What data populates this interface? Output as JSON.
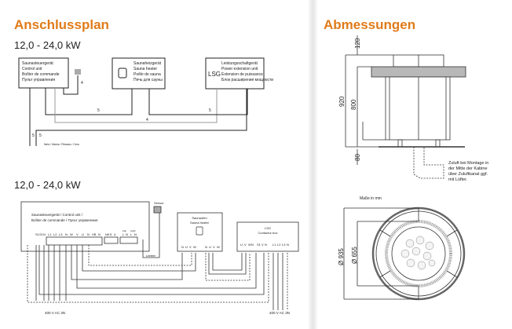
{
  "left": {
    "title": "Anschlussplan",
    "section1": {
      "power": "12,0 - 24,0 kW",
      "control_unit": [
        "Saunasteuergerät",
        "Control unit",
        "Boîtier de commande",
        "Пульт управления"
      ],
      "sauna_heater": [
        "Saunaheizgerät",
        "Sauna heater",
        "Poêle de sauna",
        "Печь для сауны"
      ],
      "lsg_abbr": "LSG",
      "lsg": [
        "Leistungsschaltgerät",
        "Power extension unit",
        "Extension de puissance",
        "Блок расширения мощности"
      ],
      "wire_counts": {
        "lamp": "4",
        "ctrl_heater": "5",
        "ctrl_lsg": "4",
        "heater_lsg": "5",
        "mains_a": "5",
        "mains_b": "5"
      },
      "mains_label": "Netz / Mains / Réseau / Сеть"
    },
    "section2": {
      "power": "12,0 - 24,0 kW",
      "control_unit": [
        "Saunasteuergerät / Control unit /",
        "Boîtier de commande / Пульт управления"
      ],
      "sensor": "Sensor",
      "limiter": "Limiter",
      "terminals": [
        "S1",
        "S1",
        "N",
        "L1",
        "L2",
        "L3",
        "N",
        "W",
        "V",
        "U",
        "N",
        "VB",
        "N",
        "NK",
        "5",
        "4",
        "L",
        "N",
        "L",
        "N"
      ],
      "fan_label": "Fan",
      "light_label": "Light",
      "heater": [
        "Saunaofen",
        "Sauna heater"
      ],
      "heater_terminals": [
        "N",
        "U",
        "V",
        "W",
        "N",
        "U",
        "V",
        "W"
      ],
      "lsg": [
        "LSG",
        "Contactor box"
      ],
      "lsg_terminals": [
        "U",
        "V",
        "W",
        "N",
        "S1",
        "V",
        "N",
        "L1",
        "L2",
        "L3",
        "N"
      ],
      "supply_left": "400 V AC 3N",
      "supply_right": "400 V AC 3N"
    }
  },
  "right": {
    "title": "Abmessungen",
    "dims": {
      "top": "120",
      "total": "920",
      "body": "800",
      "bottom": "80",
      "outer_diameter": "Ø 935",
      "inner_diameter": "Ø 655"
    },
    "note": [
      "Zuluft bei Montage in",
      "der Mitte der Kabine",
      "über Zuluftkanal ggf.",
      "mit Lüfter."
    ],
    "units": "Maße in mm"
  },
  "colors": {
    "accent": "#e07b1a"
  }
}
